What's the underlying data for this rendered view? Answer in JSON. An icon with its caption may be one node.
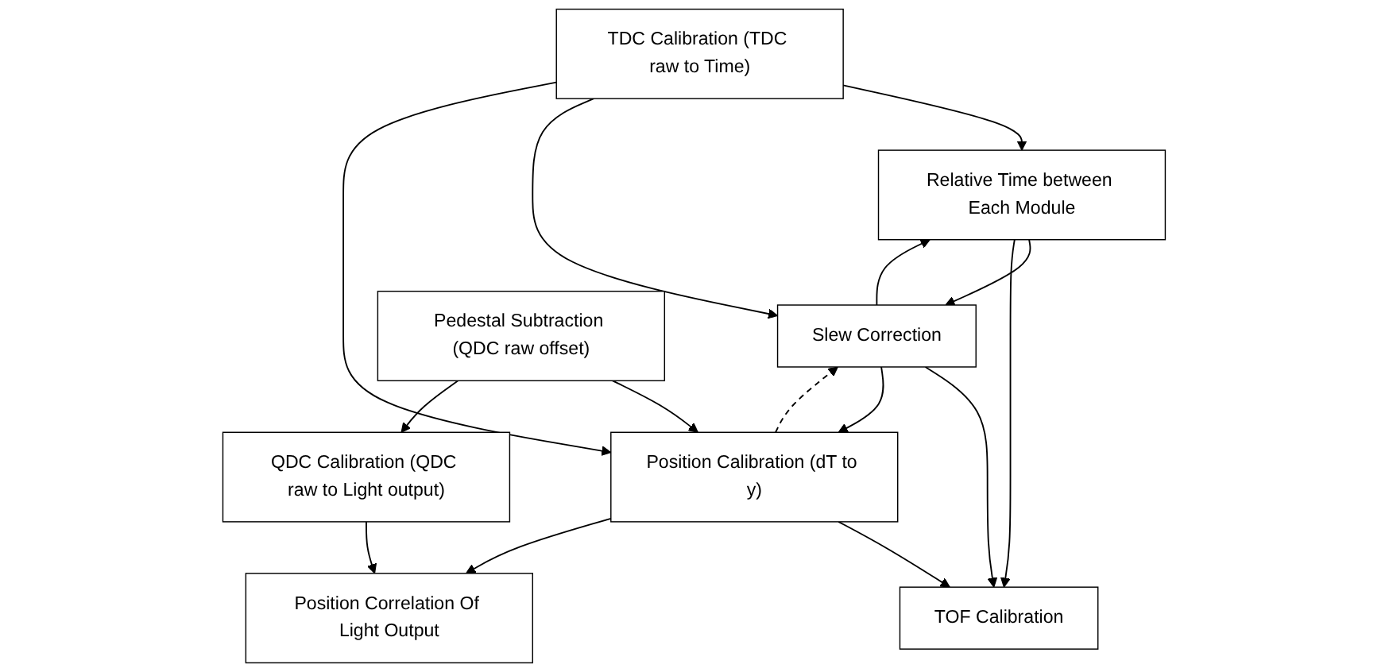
{
  "diagram": {
    "nodes": [
      {
        "text": [
          "Relative Time between Each Module"
        ]
      },
      {
        "text": [
          "TDC Calibration (TDC raw to Time)"
        ]
      },
      {
        "text": [
          "Slew Correction"
        ]
      },
      {
        "text": [
          "TOF Calibration"
        ]
      },
      {
        "text": [
          "Position Calibration (dT to y)"
        ]
      },
      {
        "text": [
          "Pedestal Subtraction (QDC raw offset)"
        ]
      },
      {
        "text": [
          "QDC Calibration (QDC raw to Light output)"
        ]
      },
      {
        "text": [
          "Position Correlation Of Light Output"
        ]
      }
    ],
    "edges": [
      {
        "from": 1,
        "to": 0,
        "arrow": "to"
      },
      {
        "from": 1,
        "to": 2,
        "arrow": "to"
      },
      {
        "from": 1,
        "to": 4,
        "arrow": "to"
      },
      {
        "from": 0,
        "to": 2,
        "arrow": "to"
      },
      {
        "from": 2,
        "to": 0,
        "arrow": "to"
      },
      {
        "from": 0,
        "to": 3,
        "arrow": "to"
      },
      {
        "from": 2,
        "to": 3,
        "arrow": "to"
      },
      {
        "from": 2,
        "to": 4,
        "arrow": "to"
      },
      {
        "from": 4,
        "to": 2,
        "arrow": "to",
        "style": "dashed"
      },
      {
        "from": 4,
        "to": 3,
        "arrow": "to"
      },
      {
        "from": 4,
        "to": 7,
        "arrow": "to"
      },
      {
        "from": 5,
        "to": 4,
        "arrow": "to"
      },
      {
        "from": 5,
        "to": 6,
        "arrow": "to"
      },
      {
        "from": 6,
        "to": 7,
        "arrow": "to"
      }
    ]
  }
}
